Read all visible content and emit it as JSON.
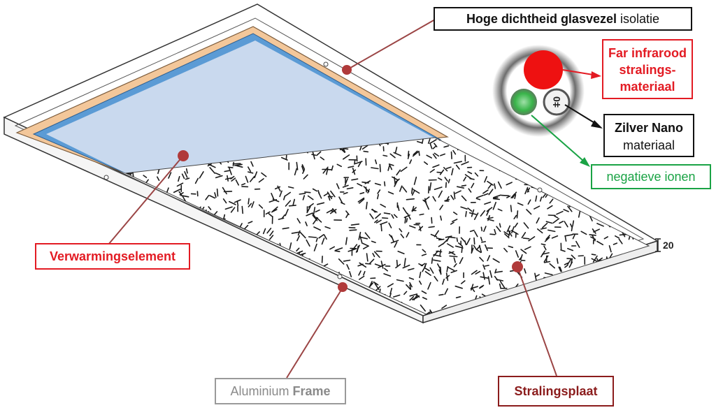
{
  "labels": {
    "insulation": {
      "bold": "Hoge dichtheid glasvezel",
      "regular": "isolatie"
    },
    "far_infrared": [
      "Far infrarood",
      "stralings-",
      "materiaal"
    ],
    "silver_nano": {
      "bold": "Zilver Nano",
      "regular": "materiaal"
    },
    "negative_ions": "negatieve ionen",
    "heating_element": "Verwarmingselement",
    "aluminium_frame": {
      "regular": "Aluminium",
      "bold": "Frame"
    },
    "radiant_plate": "Stralingsplaat"
  },
  "dimension": "20",
  "particle_marker": "ǂ0",
  "colors": {
    "red": "#e31b23",
    "green": "#1aa345",
    "dark_red": "#8b1c1c",
    "callout_line": "#9b4545",
    "callout_dot": "#b03a3a",
    "heating_fill": "#c9d9ee",
    "heating_edge": "#5b9bd5",
    "insulation": "#f3c79a"
  }
}
